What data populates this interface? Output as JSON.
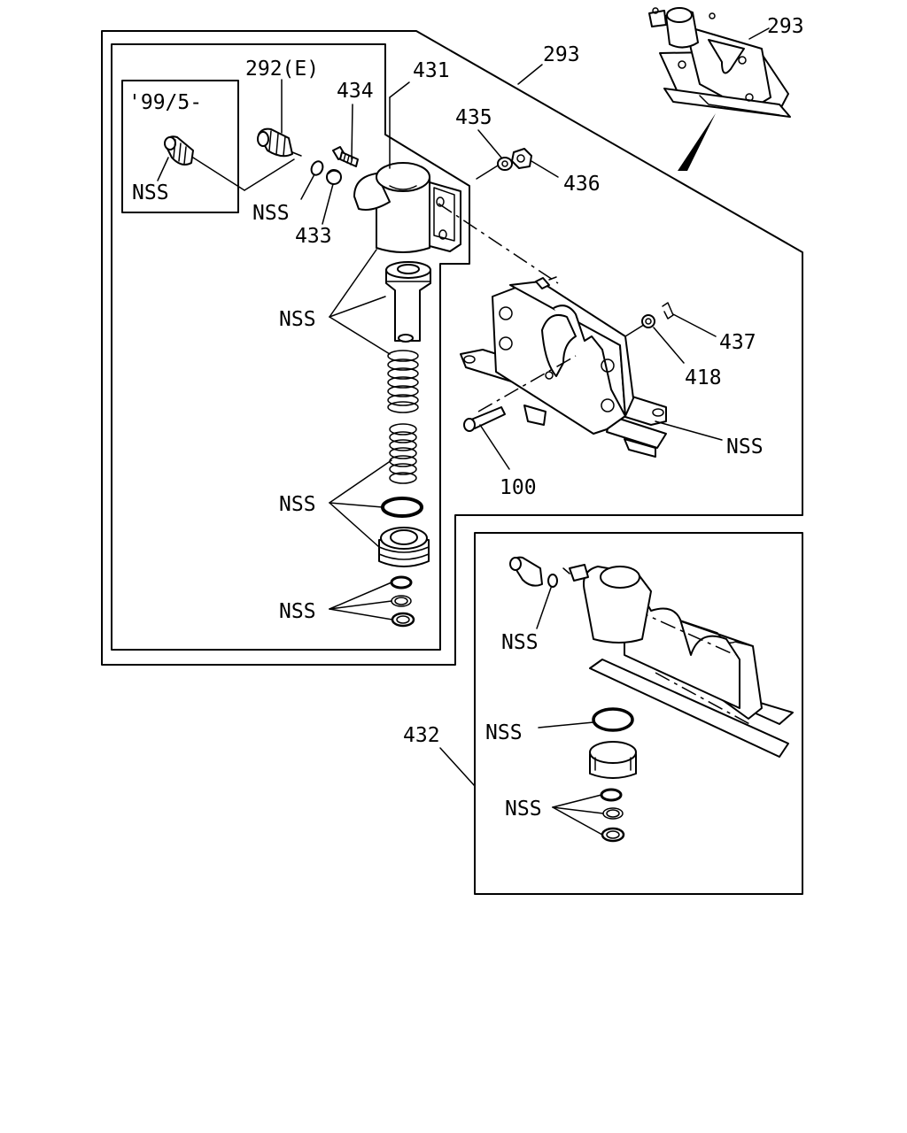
{
  "labels": {
    "p293_top": "293",
    "p293_main": "293",
    "p292e": "292(E)",
    "p431": "431",
    "p434": "434",
    "p435": "435",
    "p436": "436",
    "p433": "433",
    "p437": "437",
    "p418": "418",
    "p100": "100",
    "p432": "432",
    "date_code": "'99/5-",
    "nss": "NSS"
  }
}
